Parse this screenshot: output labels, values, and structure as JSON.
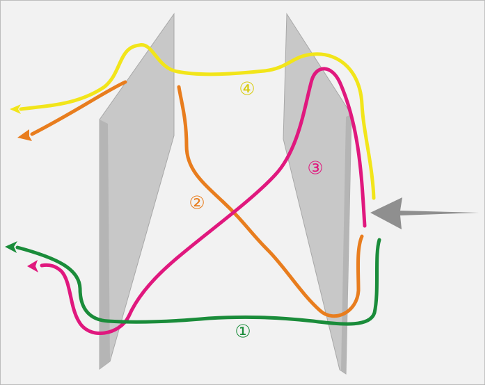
{
  "diagram": {
    "labels": {
      "path1": "①",
      "path2": "②",
      "path3": "③",
      "path4": "④"
    },
    "colors": {
      "background": "#f2f2f2",
      "panel": "#c8c8c8",
      "panel_edge": "#a8a8a8",
      "arrow": "#8f8f8f",
      "path1": "#1a8c3a",
      "path2": "#e87d1e",
      "path3": "#e0187e",
      "path4": "#f2e51a"
    }
  }
}
